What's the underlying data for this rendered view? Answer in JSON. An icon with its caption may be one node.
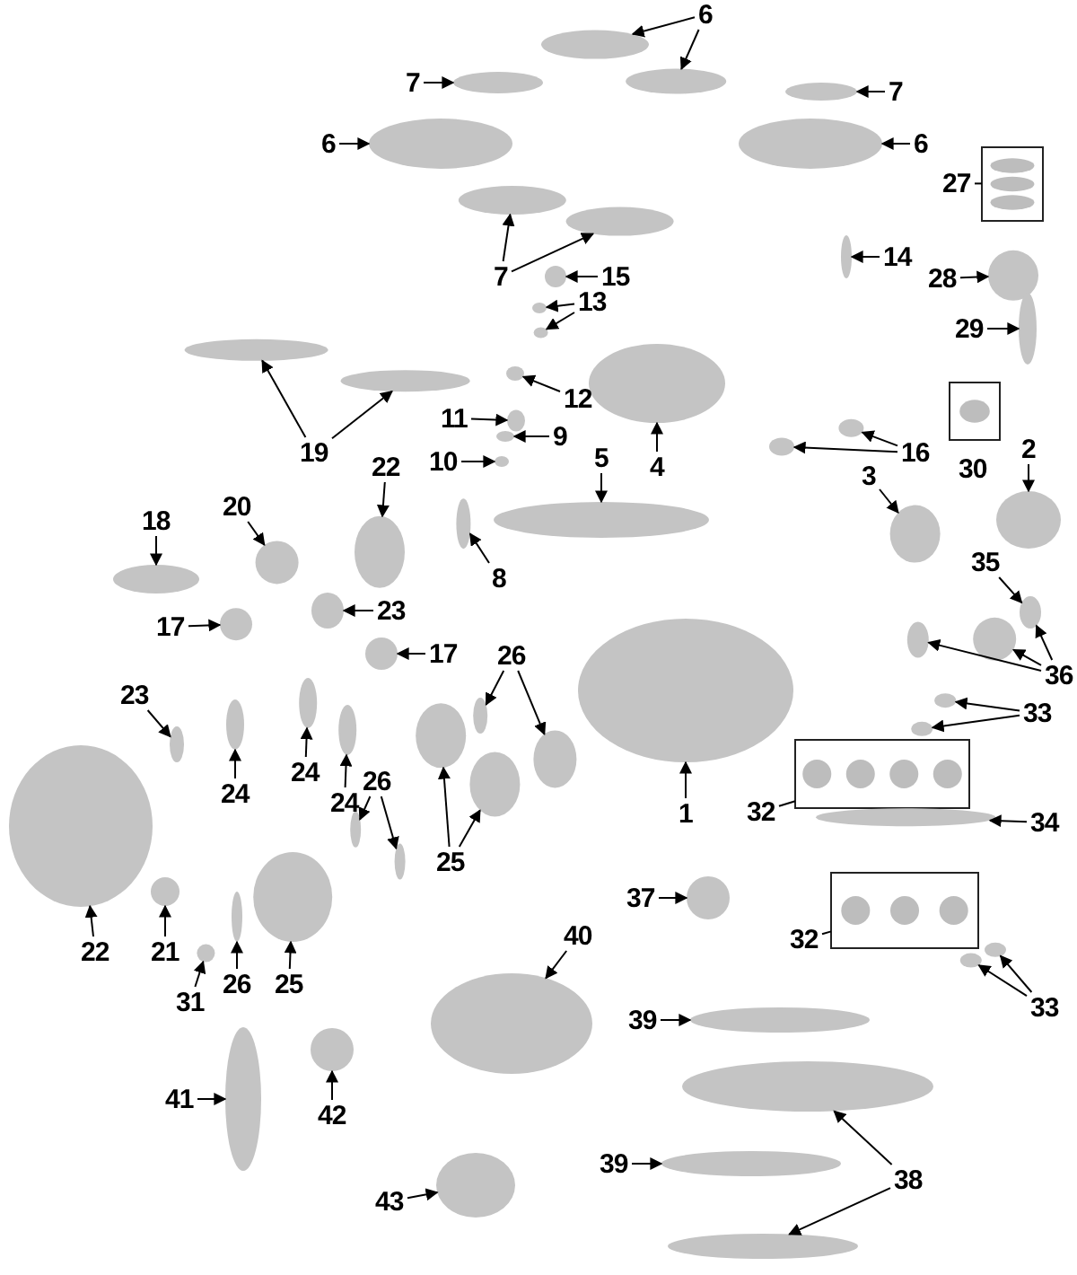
{
  "diagram": {
    "nodes": [
      {
        "text": [
          "6"
        ]
      },
      {
        "text": [
          "7"
        ]
      },
      {
        "text": [
          "7"
        ]
      },
      {
        "text": [
          "6"
        ]
      },
      {
        "text": [
          "6"
        ]
      },
      {
        "text": [
          "27"
        ]
      },
      {
        "text": [
          "14"
        ]
      },
      {
        "text": [
          "7"
        ]
      },
      {
        "text": [
          "15"
        ]
      },
      {
        "text": [
          "28"
        ]
      },
      {
        "text": [
          "13"
        ]
      },
      {
        "text": [
          "29"
        ]
      },
      {
        "text": [
          "12"
        ]
      },
      {
        "text": [
          "11"
        ]
      },
      {
        "text": [
          "9"
        ]
      },
      {
        "text": [
          "2"
        ]
      },
      {
        "text": [
          "19"
        ]
      },
      {
        "text": [
          "16"
        ]
      },
      {
        "text": [
          "5"
        ]
      },
      {
        "text": [
          "10"
        ]
      },
      {
        "text": [
          "4"
        ]
      },
      {
        "text": [
          "22"
        ]
      },
      {
        "text": [
          "3"
        ]
      },
      {
        "text": [
          "20"
        ]
      },
      {
        "text": [
          "18"
        ]
      },
      {
        "text": [
          "35"
        ]
      },
      {
        "text": [
          "8"
        ]
      },
      {
        "text": [
          "23"
        ]
      },
      {
        "text": [
          "17"
        ]
      },
      {
        "text": [
          "17"
        ]
      },
      {
        "text": [
          "26"
        ]
      },
      {
        "text": [
          "36"
        ]
      },
      {
        "text": [
          "23"
        ]
      },
      {
        "text": [
          "33"
        ]
      },
      {
        "text": [
          "26"
        ]
      },
      {
        "text": [
          "24"
        ]
      },
      {
        "text": [
          "24"
        ]
      },
      {
        "text": [
          "24"
        ]
      },
      {
        "text": [
          "1"
        ]
      },
      {
        "text": [
          "32"
        ]
      },
      {
        "text": [
          "34"
        ]
      },
      {
        "text": [
          "25"
        ]
      },
      {
        "text": [
          "37"
        ]
      },
      {
        "text": [
          "40"
        ]
      },
      {
        "text": [
          "32"
        ]
      },
      {
        "text": [
          "22"
        ]
      },
      {
        "text": [
          "21"
        ]
      },
      {
        "text": [
          "26"
        ]
      },
      {
        "text": [
          "25"
        ]
      },
      {
        "text": [
          "31"
        ]
      },
      {
        "text": [
          "33"
        ]
      },
      {
        "text": [
          "39"
        ]
      },
      {
        "text": [
          "41"
        ]
      },
      {
        "text": [
          "42"
        ]
      },
      {
        "text": [
          "39"
        ]
      },
      {
        "text": [
          "38"
        ]
      },
      {
        "text": [
          "43"
        ]
      },
      {
        "text": [],
        "shape": "ellipse"
      },
      {
        "text": [],
        "shape": "ellipse"
      },
      {
        "text": [],
        "shape": "ellipse"
      },
      {
        "text": [],
        "shape": "ellipse"
      },
      {
        "text": [],
        "shape": "ellipse"
      },
      {
        "text": [],
        "shape": "ellipse"
      },
      {
        "text": [],
        "shape": "box"
      },
      {
        "text": [],
        "shape": "ellipse"
      },
      {
        "text": [],
        "shape": "ellipse"
      },
      {
        "text": [],
        "shape": "ellipse"
      },
      {
        "text": [],
        "shape": "ellipse"
      },
      {
        "text": [],
        "shape": "ellipse"
      },
      {
        "text": [],
        "shape": "ellipse"
      },
      {
        "text": [],
        "shape": "ellipse"
      },
      {
        "text": [],
        "shape": "ellipse"
      },
      {
        "text": [],
        "shape": "ellipse"
      },
      {
        "text": [],
        "shape": "ellipse"
      },
      {
        "text": [],
        "shape": "ellipse"
      },
      {
        "text": [],
        "shape": "ellipse"
      },
      {
        "text": [],
        "shape": "ellipse"
      },
      {
        "text": [],
        "shape": "ellipse"
      },
      {
        "text": [],
        "shape": "ellipse"
      },
      {
        "text": [],
        "shape": "ellipse"
      },
      {
        "text": [],
        "shape": "ellipse"
      },
      {
        "text": [],
        "shape": "ellipse"
      },
      {
        "text": [],
        "shape": "ellipse"
      },
      {
        "text": [],
        "shape": "ellipse"
      },
      {
        "text": [],
        "shape": "ellipse"
      },
      {
        "text": [],
        "shape": "ellipse"
      },
      {
        "text": [],
        "shape": "ellipse"
      },
      {
        "text": [],
        "shape": "ellipse"
      },
      {
        "text": [],
        "shape": "ellipse"
      },
      {
        "text": [],
        "shape": "ellipse"
      },
      {
        "text": [],
        "shape": "ellipse"
      },
      {
        "text": [],
        "shape": "ellipse"
      },
      {
        "text": [],
        "shape": "ellipse"
      },
      {
        "text": [],
        "shape": "ellipse"
      },
      {
        "text": [],
        "shape": "ellipse"
      },
      {
        "text": [],
        "shape": "ellipse"
      },
      {
        "text": [],
        "shape": "ellipse"
      },
      {
        "text": [],
        "shape": "ellipse"
      },
      {
        "text": [],
        "shape": "ellipse"
      },
      {
        "text": [],
        "shape": "ellipse"
      },
      {
        "text": [],
        "shape": "ellipse"
      },
      {
        "text": [],
        "shape": "ellipse"
      },
      {
        "text": [],
        "shape": "ellipse"
      },
      {
        "text": [],
        "shape": "ellipse"
      },
      {
        "text": [],
        "shape": "ellipse"
      },
      {
        "text": [],
        "shape": "box"
      },
      {
        "text": [],
        "shape": "ellipse"
      },
      {
        "text": [],
        "shape": "ellipse"
      },
      {
        "text": [],
        "shape": "ellipse"
      },
      {
        "text": [],
        "shape": "ellipse"
      },
      {
        "text": [],
        "shape": "ellipse"
      },
      {
        "text": [],
        "shape": "box"
      },
      {
        "text": [],
        "shape": "ellipse"
      },
      {
        "text": [],
        "shape": "ellipse"
      },
      {
        "text": [],
        "shape": "ellipse"
      },
      {
        "text": [],
        "shape": "ellipse"
      },
      {
        "text": [],
        "shape": "ellipse"
      },
      {
        "text": [],
        "shape": "ellipse"
      },
      {
        "text": [],
        "shape": "ellipse"
      },
      {
        "text": [],
        "shape": "ellipse"
      },
      {
        "text": [],
        "shape": "ellipse"
      },
      {
        "text": [],
        "shape": "ellipse"
      },
      {
        "text": [],
        "shape": "ellipse"
      },
      {
        "text": [],
        "shape": "ellipse"
      },
      {
        "text": [],
        "shape": "ellipse"
      },
      {
        "text": [],
        "shape": "ellipse"
      }
    ],
    "edges": [
      {
        "from": 0,
        "to": 57,
        "arrow": "to"
      },
      {
        "from": 0,
        "to": 58,
        "arrow": "to"
      },
      {
        "from": 1,
        "to": 59,
        "arrow": "to"
      },
      {
        "from": 2,
        "to": 60,
        "arrow": "to"
      },
      {
        "from": 3,
        "to": 61,
        "arrow": "to"
      },
      {
        "from": 4,
        "to": 62,
        "arrow": "to"
      },
      {
        "from": 5,
        "to": 63,
        "arrow": "none"
      },
      {
        "from": 6,
        "to": 64,
        "arrow": "to"
      },
      {
        "from": 7,
        "to": 65,
        "arrow": "to"
      },
      {
        "from": 7,
        "to": 66,
        "arrow": "to"
      },
      {
        "from": 8,
        "to": 67,
        "arrow": "to"
      },
      {
        "from": 9,
        "to": 68,
        "arrow": "to"
      },
      {
        "from": 10,
        "to": 69,
        "arrow": "to"
      },
      {
        "from": 10,
        "to": 70,
        "arrow": "to"
      },
      {
        "from": 11,
        "to": 71,
        "arrow": "to"
      },
      {
        "from": 12,
        "to": 72,
        "arrow": "to"
      },
      {
        "from": 13,
        "to": 73,
        "arrow": "to"
      },
      {
        "from": 14,
        "to": 74,
        "arrow": "to"
      },
      {
        "from": 15,
        "to": 75,
        "arrow": "to"
      },
      {
        "from": 16,
        "to": 76,
        "arrow": "to"
      },
      {
        "from": 16,
        "to": 77,
        "arrow": "to"
      },
      {
        "from": 17,
        "to": 78,
        "arrow": "to"
      },
      {
        "from": 17,
        "to": 79,
        "arrow": "to"
      },
      {
        "from": 18,
        "to": 80,
        "arrow": "to"
      },
      {
        "from": 19,
        "to": 81,
        "arrow": "to"
      },
      {
        "from": 20,
        "to": 82,
        "arrow": "to"
      },
      {
        "from": 21,
        "to": 83,
        "arrow": "to"
      },
      {
        "from": 22,
        "to": 84,
        "arrow": "to"
      },
      {
        "from": 23,
        "to": 85,
        "arrow": "to"
      },
      {
        "from": 24,
        "to": 86,
        "arrow": "to"
      },
      {
        "from": 25,
        "to": 87,
        "arrow": "to"
      },
      {
        "from": 26,
        "to": 88,
        "arrow": "to"
      },
      {
        "from": 27,
        "to": 89,
        "arrow": "to"
      },
      {
        "from": 28,
        "to": 90,
        "arrow": "to"
      },
      {
        "from": 29,
        "to": 91,
        "arrow": "to"
      },
      {
        "from": 30,
        "to": 92,
        "arrow": "to"
      },
      {
        "from": 30,
        "to": 93,
        "arrow": "to"
      },
      {
        "from": 31,
        "to": 94,
        "arrow": "to"
      },
      {
        "from": 31,
        "to": 95,
        "arrow": "to"
      },
      {
        "from": 31,
        "to": 87,
        "arrow": "to"
      },
      {
        "from": 32,
        "to": 96,
        "arrow": "to"
      },
      {
        "from": 33,
        "to": 97,
        "arrow": "to"
      },
      {
        "from": 33,
        "to": 98,
        "arrow": "to"
      },
      {
        "from": 34,
        "to": 99,
        "arrow": "to"
      },
      {
        "from": 34,
        "to": 100,
        "arrow": "to"
      },
      {
        "from": 35,
        "to": 101,
        "arrow": "to"
      },
      {
        "from": 36,
        "to": 102,
        "arrow": "to"
      },
      {
        "from": 37,
        "to": 103,
        "arrow": "to"
      },
      {
        "from": 38,
        "to": 104,
        "arrow": "to"
      },
      {
        "from": 39,
        "to": 105,
        "arrow": "none"
      },
      {
        "from": 40,
        "to": 106,
        "arrow": "to"
      },
      {
        "from": 41,
        "to": 107,
        "arrow": "to"
      },
      {
        "from": 41,
        "to": 108,
        "arrow": "to"
      },
      {
        "from": 42,
        "to": 109,
        "arrow": "to"
      },
      {
        "from": 43,
        "to": 110,
        "arrow": "to"
      },
      {
        "from": 44,
        "to": 111,
        "arrow": "none"
      },
      {
        "from": 45,
        "to": 112,
        "arrow": "to"
      },
      {
        "from": 46,
        "to": 113,
        "arrow": "to"
      },
      {
        "from": 47,
        "to": 114,
        "arrow": "to"
      },
      {
        "from": 48,
        "to": 115,
        "arrow": "to"
      },
      {
        "from": 49,
        "to": 116,
        "arrow": "to"
      },
      {
        "from": 50,
        "to": 117,
        "arrow": "to"
      },
      {
        "from": 50,
        "to": 118,
        "arrow": "to"
      },
      {
        "from": 51,
        "to": 119,
        "arrow": "to"
      },
      {
        "from": 52,
        "to": 120,
        "arrow": "to"
      },
      {
        "from": 53,
        "to": 121,
        "arrow": "to"
      },
      {
        "from": 54,
        "to": 122,
        "arrow": "to"
      },
      {
        "from": 55,
        "to": 123,
        "arrow": "to"
      },
      {
        "from": 55,
        "to": 124,
        "arrow": "to"
      },
      {
        "from": 56,
        "to": 125,
        "arrow": "to"
      }
    ],
    "labels": [
      "30"
    ]
  }
}
